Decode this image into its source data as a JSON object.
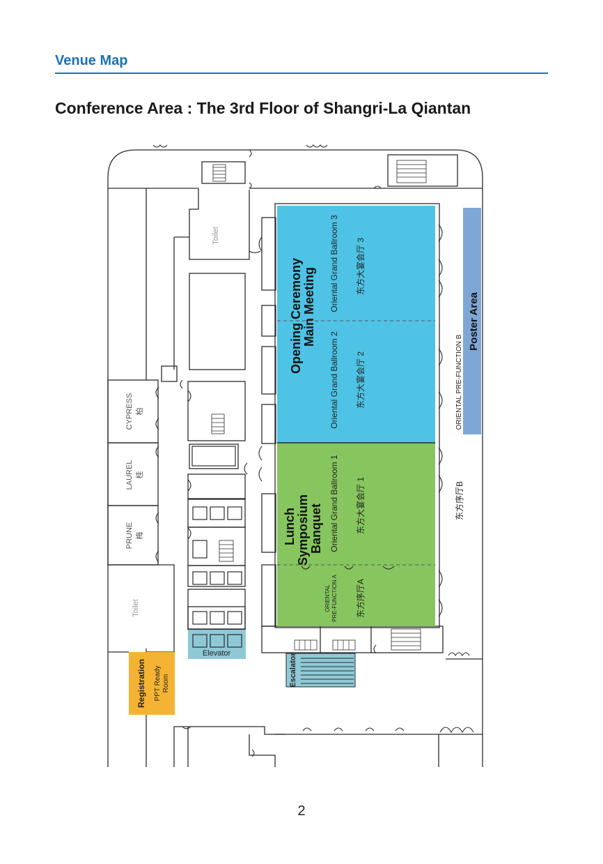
{
  "header": {
    "section_title": "Venue Map",
    "page_title": "Conference Area : The 3rd Floor of Shangri-La Qiantan"
  },
  "map": {
    "colors": {
      "ballroom_blue": "#4ec3e6",
      "ballroom_green": "#87c65f",
      "poster_area": "#7fa7d6",
      "registration": "#f5b334",
      "elevator": "#8fc9d6",
      "escalator": "#8fc9d6",
      "walls": "#2b2b2b"
    },
    "labels": {
      "toilet_top": "Toilet",
      "toilet_left": "Toilet",
      "cypress": "CYPRESS",
      "cypress_cn": "柏",
      "laurel": "LAUREL",
      "laurel_cn": "桂",
      "prune": "PRUNE",
      "prune_cn": "梅",
      "elevator": "Elevator",
      "escalator": "Escalator",
      "registration": "Registration",
      "ppt_ready_1": "PPT Ready",
      "ppt_ready_2": "Room",
      "opening_1": "Opening Ceremony",
      "opening_2": "Main Meeting",
      "lunch_1": "Lunch",
      "lunch_2": "Symposium",
      "lunch_3": "Banquet",
      "ballroom_3_en": "Oriental Grand Ballroom 3",
      "ballroom_3_cn": "东方大宴会厅 3",
      "ballroom_2_en": "Oriental Grand Ballroom 2",
      "ballroom_2_cn": "东方大宴会厅 2",
      "ballroom_1_en": "Oriental Grand Ballroom 1",
      "ballroom_1_cn": "东方大宴会厅 1",
      "prefunction_a_1": "ORIENTAL",
      "prefunction_a_2": "PRE-FUNCTION A",
      "prefunction_a_cn": "东方序厅A",
      "prefunction_b_en": "ORIENTAL PRE-FUNCTION B",
      "prefunction_b_cn": "东方序厅B",
      "poster_area": "Poster Area"
    }
  },
  "footer": {
    "page_number": "2"
  }
}
